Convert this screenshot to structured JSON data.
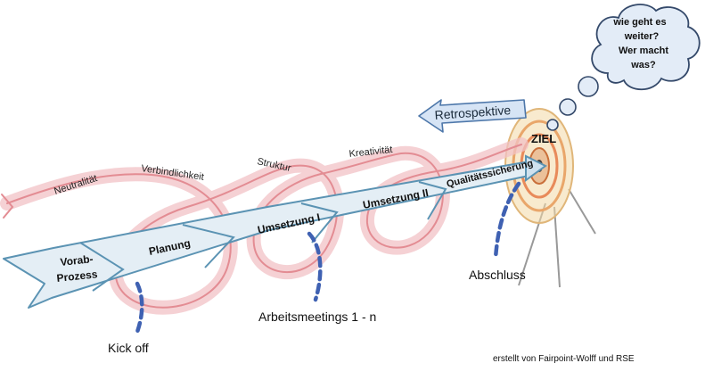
{
  "phases": {
    "vorab_line1": "Vorab-",
    "vorab_line2": "Prozess",
    "planung": "Planung",
    "umsetzung1": "Umsetzung I",
    "umsetzung2": "Umsetzung II",
    "qualitaet": "Qualitätssicherung"
  },
  "spiral_words": {
    "neutralitaet": "Neutralität",
    "verbindlichkeit": "Verbindlichkeit",
    "struktur": "Struktur",
    "kreativitaet": "Kreativität"
  },
  "target": {
    "label": "ZIEL"
  },
  "retro": {
    "label": "Retrospektive"
  },
  "thought": {
    "line1": "wie geht es",
    "line2": "weiter?",
    "line3": "Wer macht",
    "line4": "was?"
  },
  "milestones": {
    "kickoff": "Kick off",
    "meetings": "Arbeitsmeetings 1 - n",
    "abschluss": "Abschluss"
  },
  "credit": "erstellt von Fairpoint-Wolff und RSE",
  "colors": {
    "arrow_fill": "#e4eef5",
    "arrow_stroke": "#5b93b3",
    "spiral": "#e38c93",
    "spiral_fill": "#f2c2c5",
    "dash": "#3f61b2",
    "retro_fill": "#d6e4f5",
    "retro_stroke": "#4d77aa",
    "target_outer": "#f3d9a6",
    "target_inner": "#e9a66a",
    "cloud_fill": "#e3ecf7",
    "cloud_stroke": "#34496a"
  }
}
